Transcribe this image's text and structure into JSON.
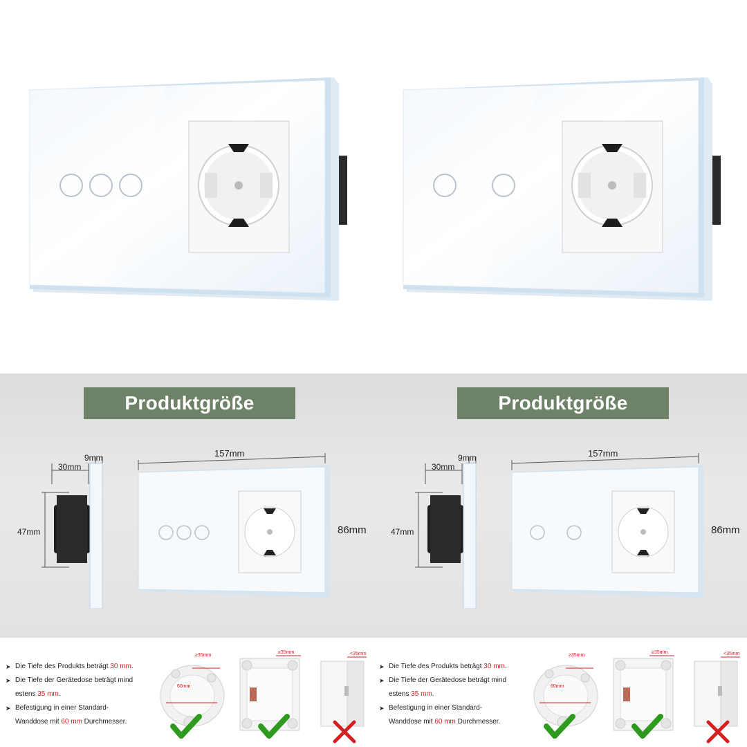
{
  "colors": {
    "banner": "#6e8268",
    "glass": "#f4f8fc",
    "glass_edge": "#cfe0ee",
    "accent_red": "#d42020",
    "check_green": "#2e9a1e",
    "cross_red": "#d42020"
  },
  "products": [
    {
      "buttons": 3
    },
    {
      "buttons": 2
    }
  ],
  "size_panels": [
    {
      "banner": "Produktgröße",
      "width_label": "157mm",
      "height_label": "86mm",
      "depth_label": "30mm",
      "glass_label": "9mm",
      "side_height_label": "47mm",
      "buttons": 3
    },
    {
      "banner": "Produktgröße",
      "width_label": "157mm",
      "height_label": "86mm",
      "depth_label": "30mm",
      "glass_label": "9mm",
      "side_height_label": "47mm",
      "buttons": 2
    }
  ],
  "install_panels": [
    {
      "line1_a": "Die Tiefe des Produkts beträgt ",
      "line1_red": "30 mm",
      "line1_b": ".",
      "line2_a": "Die Tiefe der Gerätedose beträgt mind",
      "line2_b": "estens ",
      "line2_red": "35 mm",
      "line2_c": ".",
      "line3_a": "Befestigung in einer Standard-",
      "line3_b": "Wanddose mit ",
      "line3_red": "60 mm",
      "line3_c": " Durchmesser.",
      "boxes": [
        {
          "name": "round-box",
          "tag": "≥35mm",
          "inner": "60mm",
          "ok": true
        },
        {
          "name": "square-box",
          "tag": "≥35mm",
          "ok": true
        },
        {
          "name": "shallow-box",
          "tag": "<35mm",
          "ok": false
        }
      ]
    },
    {
      "line1_a": "Die Tiefe des Produkts beträgt ",
      "line1_red": "30 mm",
      "line1_b": ".",
      "line2_a": "Die Tiefe der Gerätedose beträgt mind",
      "line2_b": "estens ",
      "line2_red": "35 mm",
      "line2_c": ".",
      "line3_a": "Befestigung in einer Standard-",
      "line3_b": "Wanddose mit ",
      "line3_red": "60 mm",
      "line3_c": " Durchmesser.",
      "boxes": [
        {
          "name": "round-box",
          "tag": "≥35mm",
          "inner": "60mm",
          "ok": true
        },
        {
          "name": "square-box",
          "tag": "≥35mm",
          "ok": true
        },
        {
          "name": "shallow-box",
          "tag": "<35mm",
          "ok": false
        }
      ]
    }
  ],
  "icons": [
    "touch-button-icon",
    "schuko-socket-icon",
    "checkmark-icon",
    "cross-icon",
    "arrow-bullet-icon"
  ]
}
